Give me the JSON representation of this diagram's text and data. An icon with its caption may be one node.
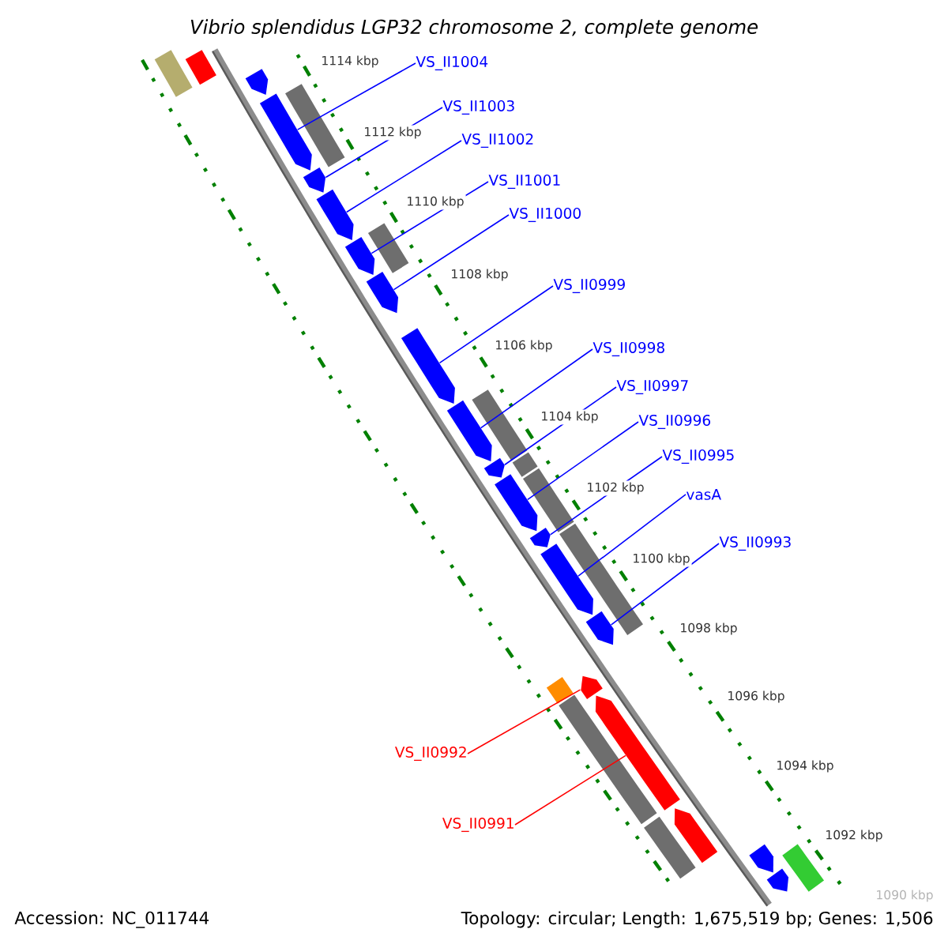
{
  "diagram": {
    "title": "Vibrio splendidus LGP32 chromosome 2, complete genome",
    "nodes": [
      {
        "text": [
          "VS_II1004"
        ]
      },
      {
        "text": [
          "VS_II1003"
        ]
      },
      {
        "text": [
          "VS_II1002"
        ]
      },
      {
        "text": [
          "VS_II1001"
        ]
      },
      {
        "text": [
          "VS_II1000"
        ]
      },
      {
        "text": [
          "VS_II0999"
        ]
      },
      {
        "text": [
          "VS_II0998"
        ]
      },
      {
        "text": [
          "VS_II0997"
        ]
      },
      {
        "text": [
          "VS_II0996"
        ]
      },
      {
        "text": [
          "VS_II0995"
        ]
      },
      {
        "text": [
          "vasA"
        ]
      },
      {
        "text": [
          "VS_II0993"
        ]
      },
      {
        "text": [
          "VS_II0992"
        ]
      },
      {
        "text": [
          "VS_II0991"
        ]
      },
      {
        "text": [],
        "shape": "bar"
      },
      {
        "text": [],
        "shape": "bar"
      },
      {
        "text": [],
        "shape": "arrow"
      },
      {
        "text": [],
        "shape": "arrow"
      },
      {
        "text": [],
        "shape": "bar"
      },
      {
        "text": [],
        "shape": "arrow"
      },
      {
        "text": [],
        "shape": "arrow"
      },
      {
        "text": [],
        "shape": "arrow"
      },
      {
        "text": [],
        "shape": "bar"
      },
      {
        "text": [],
        "shape": "arrow"
      },
      {
        "text": [],
        "shape": "arrow"
      },
      {
        "text": [],
        "shape": "arrow"
      },
      {
        "text": [],
        "shape": "bar"
      },
      {
        "text": [],
        "shape": "arrow"
      },
      {
        "text": [],
        "shape": "bar"
      },
      {
        "text": [],
        "shape": "arrow"
      },
      {
        "text": [],
        "shape": "bar"
      },
      {
        "text": [],
        "shape": "arrow"
      },
      {
        "text": [],
        "shape": "bar"
      },
      {
        "text": [],
        "shape": "arrow"
      },
      {
        "text": [],
        "shape": "arrow"
      },
      {
        "text": [],
        "shape": "bar"
      },
      {
        "text": [],
        "shape": "arrow"
      },
      {
        "text": [],
        "shape": "bar"
      },
      {
        "text": [],
        "shape": "arrow"
      },
      {
        "text": [],
        "shape": "bar"
      },
      {
        "text": [],
        "shape": "arrow"
      },
      {
        "text": [],
        "shape": "arrow"
      },
      {
        "text": [],
        "shape": "bar"
      },
      {
        "text": [],
        "shape": "arrow"
      }
    ],
    "edges": [
      {
        "from": 0,
        "to": 17,
        "arrow": "none"
      },
      {
        "from": 1,
        "to": 19,
        "arrow": "none"
      },
      {
        "from": 2,
        "to": 20,
        "arrow": "none"
      },
      {
        "from": 3,
        "to": 21,
        "arrow": "none"
      },
      {
        "from": 4,
        "to": 23,
        "arrow": "none"
      },
      {
        "from": 5,
        "to": 24,
        "arrow": "none"
      },
      {
        "from": 6,
        "to": 25,
        "arrow": "none"
      },
      {
        "from": 7,
        "to": 27,
        "arrow": "none"
      },
      {
        "from": 8,
        "to": 29,
        "arrow": "none"
      },
      {
        "from": 9,
        "to": 31,
        "arrow": "none"
      },
      {
        "from": 10,
        "to": 33,
        "arrow": "none"
      },
      {
        "from": 11,
        "to": 34,
        "arrow": "none"
      },
      {
        "from": 12,
        "to": 36,
        "arrow": "none",
        "color": "#ff0000"
      },
      {
        "from": 13,
        "to": 38,
        "arrow": "none",
        "color": "#ff0000"
      }
    ],
    "labels": [
      "1114 kbp",
      "1112 kbp",
      "1110 kbp",
      "1108 kbp",
      "1106 kbp",
      "1104 kbp",
      "1102 kbp",
      "1100 kbp",
      "1098 kbp",
      "1096 kbp",
      "1094 kbp",
      "1092 kbp",
      "1090 kbp",
      "Accession: NC_011744",
      "Topology: circular; Length: 1,675,519 bp; Genes: 1,506"
    ]
  }
}
